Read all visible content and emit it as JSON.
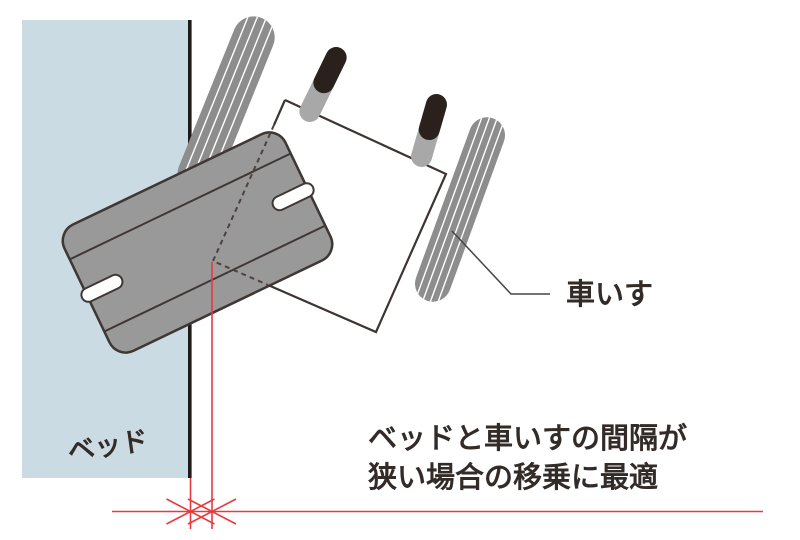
{
  "diagram": {
    "title_hint": "transfer-board between bed and wheelchair (top view)",
    "bed": {
      "label": "ベッド"
    },
    "wheelchair": {
      "label": "車いす"
    },
    "caption": {
      "line1": "ベッドと車いすの間隔が",
      "line2": "狭い場合の移乗に最適"
    }
  },
  "colors": {
    "bed_fill": "#cbdbe4",
    "bed_edge": "#1e1a17",
    "board_fill": "#9a999a",
    "board_outline": "#3e3734",
    "wheel_gray": "#8e8d8e",
    "handle_black": "#2a211d",
    "handle_gray": "#a9a8a8",
    "seat_outline": "#3c3532",
    "dimension_red": "#e8393f",
    "leader_line": "#4a4542",
    "text_color": "#332b28"
  }
}
